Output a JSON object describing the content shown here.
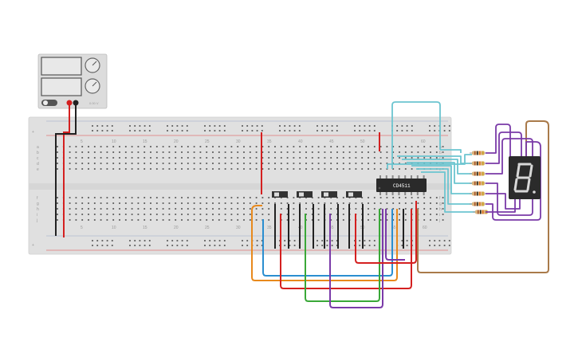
{
  "canvas": {
    "background": "#ffffff"
  },
  "colors": {
    "board": "#e0e0e0",
    "board_edge": "#cfcfcf",
    "hole": "#5a5a5a",
    "rail_red": "#e04040",
    "rail_blue": "#9aa9c8",
    "wire_red": "#d42020",
    "wire_black": "#222222",
    "wire_cyan": "#6cc5d0",
    "wire_purple": "#7a3aa8",
    "wire_orange": "#e8891c",
    "wire_blue": "#2a8ed0",
    "wire_green": "#3aa838",
    "wire_brown": "#a97a4a",
    "chip": "#2a2a2a",
    "display_body": "#2b2b2b",
    "display_seg_off": "#4a4a4a",
    "display_seg_on": "#d8d8d8",
    "power_body": "#dcdcdc"
  },
  "power_supply": {
    "icon": "power-supply-icon",
    "knob_icon": "knob-icon",
    "terminals": [
      "positive",
      "negative"
    ]
  },
  "breadboard": {
    "column_labels_top": [
      "5",
      "10",
      "15",
      "20",
      "25",
      "30",
      "35",
      "40",
      "45",
      "50",
      "60"
    ],
    "column_labels_bottom": [
      "5",
      "10",
      "15",
      "20",
      "25",
      "30",
      "35",
      "40",
      "45",
      "50",
      "55",
      "60"
    ],
    "row_labels_top": [
      "a",
      "b",
      "c",
      "d",
      "e"
    ],
    "row_labels_bottom": [
      "f",
      "g",
      "h",
      "i",
      "j"
    ],
    "rail_plus": "+"
  },
  "chip": {
    "label": "CD4511"
  },
  "dip_switches": {
    "count": 4,
    "icon": "slide-switch-icon"
  },
  "resistors": {
    "count": 7,
    "icon": "resistor-icon"
  },
  "seven_segment": {
    "icon": "seven-segment-display-icon",
    "digit_shown": "8"
  }
}
